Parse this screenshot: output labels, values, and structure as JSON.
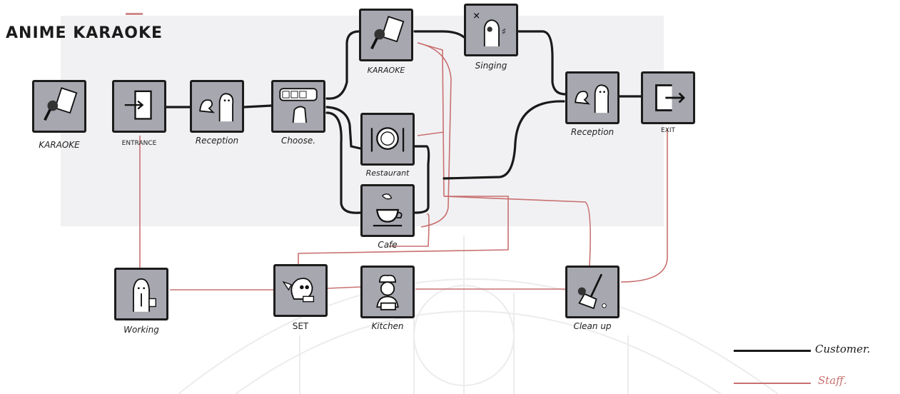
{
  "title": "ANIME KARAOKE",
  "colors": {
    "customer": "#1a1a1a",
    "staff": "#c97070",
    "node_fill": "#a7a7b0",
    "panel": "#f1f1f3"
  },
  "nodes": {
    "karaoke_start": {
      "label": "KARAOKE",
      "icon": "microphone-icon"
    },
    "entrance": {
      "label": "ENTRANCE",
      "icon": "door-enter-icon"
    },
    "reception_in": {
      "label": "Reception",
      "icon": "reception-icon"
    },
    "choose": {
      "label": "Choose.",
      "icon": "choose-icon"
    },
    "karaoke_room": {
      "label": "KARAOKE",
      "icon": "microphone-icon"
    },
    "singing": {
      "label": "Singing",
      "icon": "singing-icon"
    },
    "restaurant": {
      "label": "Restaurant",
      "icon": "plate-icon"
    },
    "cafe": {
      "label": "Cafe",
      "icon": "coffee-cup-icon"
    },
    "reception_out": {
      "label": "Reception",
      "icon": "reception-icon"
    },
    "exit": {
      "label": "EXIT",
      "icon": "door-exit-icon"
    },
    "working": {
      "label": "Working",
      "icon": "staff-worker-icon"
    },
    "set": {
      "label": "SET",
      "icon": "serving-icon"
    },
    "kitchen": {
      "label": "Kitchen",
      "icon": "chef-icon"
    },
    "clean_up": {
      "label": "Clean up",
      "icon": "broom-icon"
    }
  },
  "legend": {
    "customer": "Customer.",
    "staff": "Staff."
  }
}
